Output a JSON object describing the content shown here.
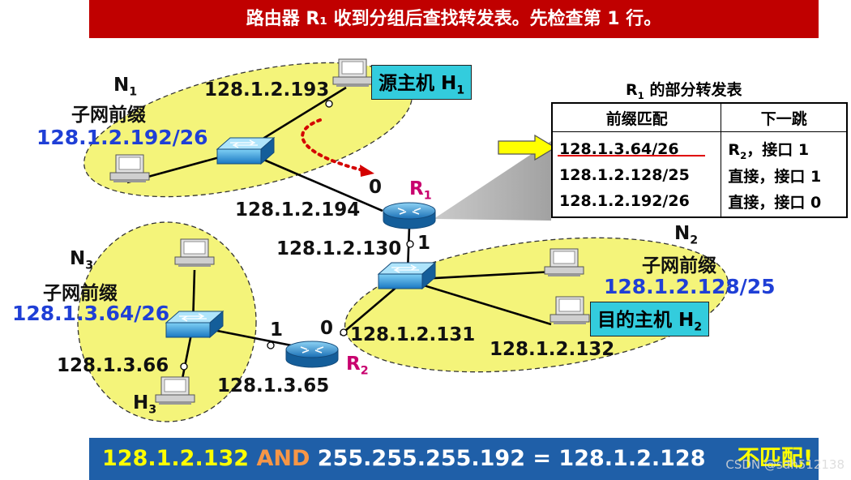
{
  "title": "路由器 R₁ 收到分组后查找转发表。先检查第 1 行。",
  "bottom": {
    "ip": "128.1.2.132",
    "and": "AND",
    "mask_eq": "255.255.255.192 = 128.1.2.128",
    "result": "不匹配!"
  },
  "watermark": "CSDN @sdh512138",
  "n1": {
    "name": "N",
    "sub": "1",
    "prefix_label": "子网前缀",
    "prefix": "128.1.2.192/26"
  },
  "n2": {
    "name": "N",
    "sub": "2",
    "prefix_label": "子网前缀",
    "prefix": "128.1.2.128/25"
  },
  "n3": {
    "name": "N",
    "sub": "3",
    "prefix_label": "子网前缀",
    "prefix": "128.1.3.64/26"
  },
  "h1": {
    "text": "源主机 H",
    "sub": "1",
    "ip": "128.1.2.193"
  },
  "h2": {
    "text": "目的主机 H",
    "sub": "2",
    "ip": "128.1.2.132"
  },
  "h3": {
    "text": "H",
    "sub": "3",
    "ip": "128.1.3.66"
  },
  "other_ip": "128.1.2.131",
  "r1": {
    "name": "R",
    "sub": "1",
    "port0": "0",
    "port1": "1",
    "ip0": "128.1.2.194",
    "ip1": "128.1.2.130"
  },
  "r2": {
    "name": "R",
    "sub": "2",
    "port0": "0",
    "port1": "1",
    "ip1": "128.1.3.65"
  },
  "table": {
    "title_r": "R",
    "title_sub": "1",
    "title_rest": " 的部分转发表",
    "headers": [
      "前缀匹配",
      "下一跳"
    ],
    "rows": [
      {
        "prefix": "128.1.3.64/26",
        "next_r": "R",
        "next_sub": "2",
        "next_rest": "，接口 1"
      },
      {
        "prefix": "128.1.2.128/25",
        "next": "直接，接口 1"
      },
      {
        "prefix": "128.1.2.192/26",
        "next": "直接，接口 0"
      }
    ]
  },
  "colors": {
    "title_bg": "#c00000",
    "bottom_bg": "#1f5fa8",
    "subnet_fill": "#f4f47a",
    "label_box": "#33ccdd",
    "prefix_blue": "#1f3fd6",
    "router_label": "#c8006e"
  }
}
